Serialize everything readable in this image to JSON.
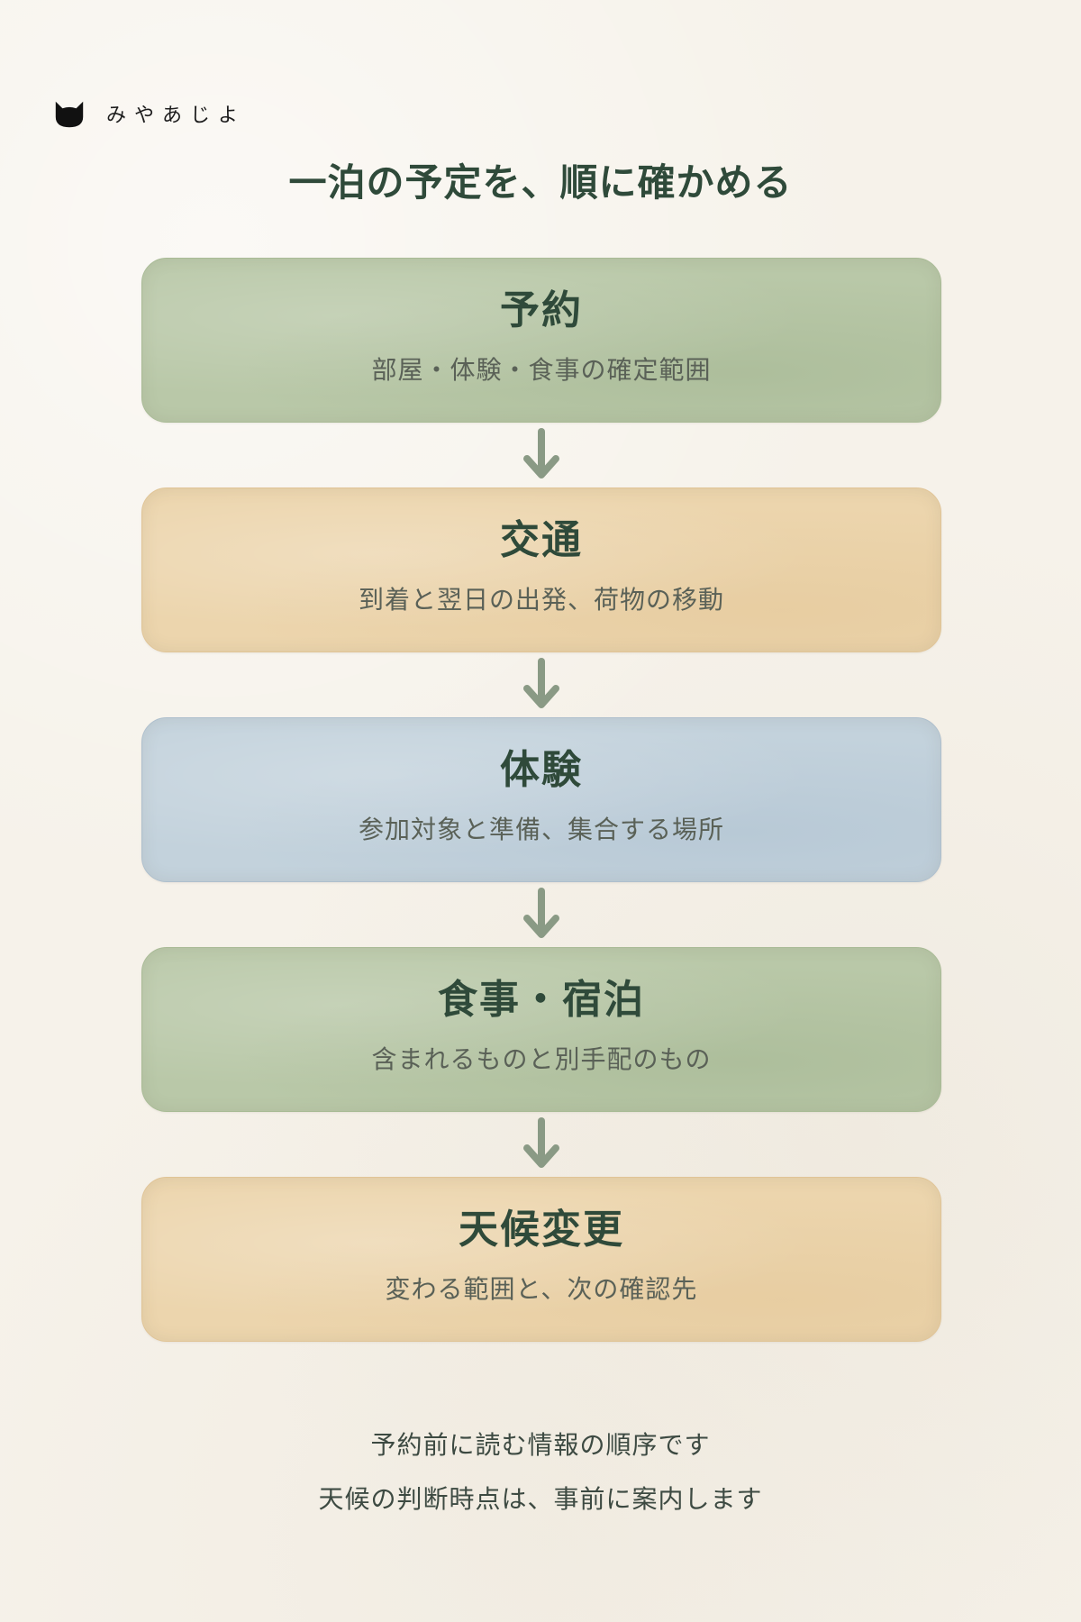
{
  "brand": {
    "name": "みやあじよ",
    "icon": "cat-head-icon",
    "icon_color": "#111111"
  },
  "header": {
    "title": "一泊の予定を、順に確かめる"
  },
  "steps": [
    {
      "title": "予約",
      "subtitle": "部屋・体験・食事の確定範囲",
      "color": "#b9c8a8"
    },
    {
      "title": "交通",
      "subtitle": "到着と翌日の出発、荷物の移動",
      "color": "#ecd5ad"
    },
    {
      "title": "体験",
      "subtitle": "参加対象と準備、集合する場所",
      "color": "#c3d2dc"
    },
    {
      "title": "食事・宿泊",
      "subtitle": "含まれるものと別手配のもの",
      "color": "#b9c8a8"
    },
    {
      "title": "天候変更",
      "subtitle": "変わる範囲と、次の確認先",
      "color": "#ecd5ad"
    }
  ],
  "connector": {
    "icon": "arrow-down-icon",
    "color": "#8a9a85"
  },
  "footer": {
    "lines": [
      "予約前に読む情報の順序です",
      "天候の判断時点は、事前に案内します"
    ]
  },
  "colors": {
    "background": "#f6f2ea",
    "title_text": "#2f4a3a",
    "body_text": "#5a6157"
  }
}
